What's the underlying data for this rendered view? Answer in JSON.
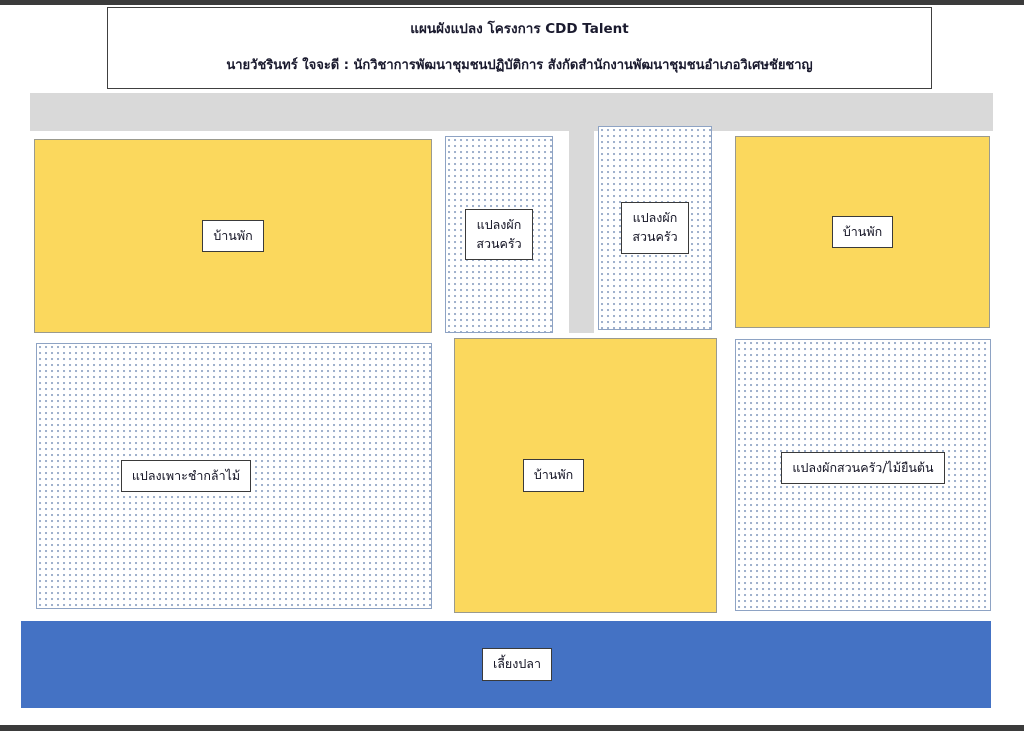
{
  "slide": {
    "title": "แผนผังแปลง โครงการ CDD Talent",
    "subtitle": "นายวัชรินทร์  ใจจะดี : นักวิชาการพัฒนาชุมชนปฏิบัติการ สังกัดสำนักงานพัฒนาชุมชนอำเภอวิเศษชัยชาญ"
  },
  "colors": {
    "house_fill": "#FBD85D",
    "pond_fill": "#4472C4",
    "path_fill": "#D9D9D9",
    "garden_dot": "#9FB0CC",
    "slide_edge": "#3B3B3B"
  },
  "plots": {
    "house_top_left": {
      "label": "บ้านพัก"
    },
    "garden_top_left": {
      "label_line1": "แปลงผัก",
      "label_line2": "สวนครัว"
    },
    "garden_top_right": {
      "label_line1": "แปลงผัก",
      "label_line2": "สวนครัว"
    },
    "house_top_right": {
      "label": "บ้านพัก"
    },
    "nursery_bottom_left": {
      "label": "แปลงเพาะชำกล้าไม้"
    },
    "house_bottom_center": {
      "label": "บ้านพัก"
    },
    "garden_bottom_right": {
      "label": "แปลงผักสวนครัว/ไม้ยืนต้น"
    },
    "fish_pond": {
      "label": "เลี้ยงปลา"
    }
  }
}
